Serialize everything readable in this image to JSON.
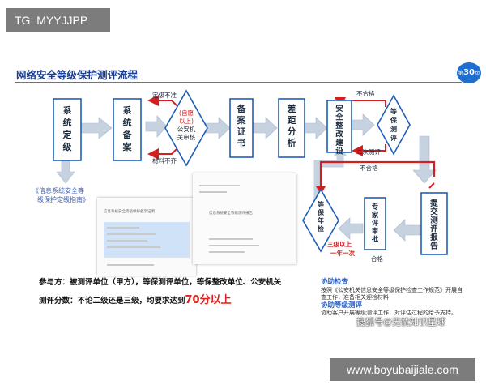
{
  "tg_label": "TG: MYYJJPP",
  "title": "网络安全等级保护测评流程",
  "page": {
    "prefix": "第",
    "number": "30",
    "suffix": "页"
  },
  "steps": {
    "grading": "系统定级",
    "filing": "系统备案",
    "review": [
      "(自愿",
      "以上)",
      "公安机",
      "关审核"
    ],
    "certificate": "备案证书",
    "gap": "差距分析",
    "rectify": "安全整改建设",
    "assess": "等保测评",
    "report": "提交测评报告",
    "expert": "专家评审批",
    "annual": "等保年检"
  },
  "labels": {
    "grade_reject": "定级不准",
    "material_short": "材料不齐",
    "fail_top": "不合格",
    "retest": "二次测评",
    "fail_mid": "不合格",
    "pass": "合格",
    "annual_red": [
      "三级以上",
      "一年一次"
    ],
    "guide": [
      "《信息系统安全等",
      "级保护定级指南》"
    ]
  },
  "doc1_title": "信息系统安全等级保护备案证明",
  "doc2_title": "信息系统安全等级测评报告",
  "participants": "参与方：被测评单位（甲方），等保测评单位，等保整改单位、公安机关",
  "score_prefix": "测评分数：不论二级还是三级，均要求达到",
  "score_value": "70分以上",
  "assist": {
    "h1": "协助检查",
    "p1": "按照《公安机关信息安全等级保护检查工作规范》开展自查工作，准备相关迎检材料",
    "h2": "协助等级测评",
    "p2": "协助客户开展等级测评工作，对评估过程的给予支持。"
  },
  "watermark": "搜狐号@无忧知识星球",
  "url": "www.boyubaijiale.com",
  "colors": {
    "box_border": "#1f5fb8",
    "box_fill": "#ffffff",
    "arrow_red": "#d21f1f",
    "arrow_gray": "#c7d2e0",
    "accent": "#1a3d8f"
  }
}
